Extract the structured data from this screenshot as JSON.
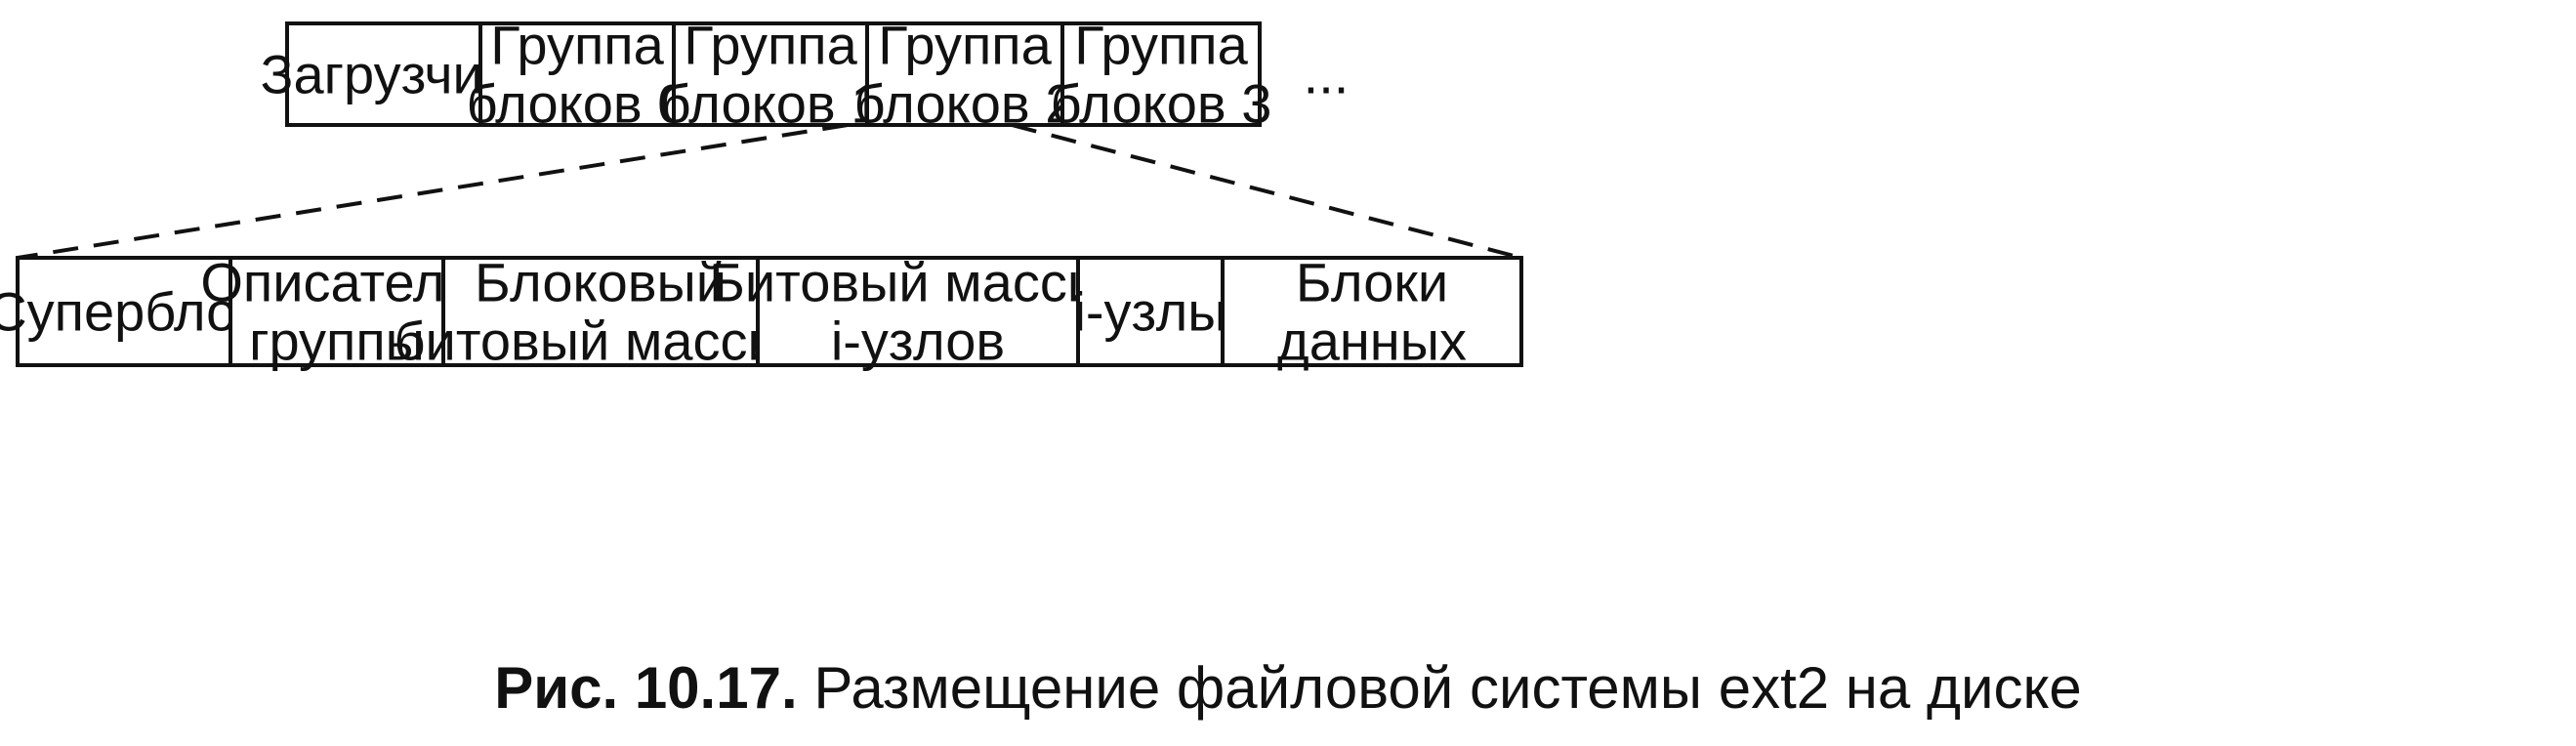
{
  "top_row": {
    "cells": [
      {
        "lines": [
          "Загрузчик"
        ]
      },
      {
        "lines": [
          "Группа",
          "блоков 0"
        ]
      },
      {
        "lines": [
          "Группа",
          "блоков 1"
        ]
      },
      {
        "lines": [
          "Группа",
          "блоков 2"
        ]
      },
      {
        "lines": [
          "Группа",
          "блоков 3"
        ]
      }
    ],
    "ellipsis": "..."
  },
  "bottom_row": {
    "cells": [
      {
        "lines": [
          "Суперблок"
        ]
      },
      {
        "lines": [
          "Описатель",
          "группы"
        ]
      },
      {
        "lines": [
          "Блоковый",
          "битовый массив"
        ]
      },
      {
        "lines": [
          "Битовый массив",
          "i-узлов"
        ]
      },
      {
        "lines": [
          "i-узлы"
        ]
      },
      {
        "lines": [
          "Блоки",
          "данных"
        ]
      }
    ]
  },
  "expanded_cell_index": 3,
  "caption": {
    "number": "Рис. 10.17.",
    "text": "Размещение файловой системы ext2 на диске"
  }
}
